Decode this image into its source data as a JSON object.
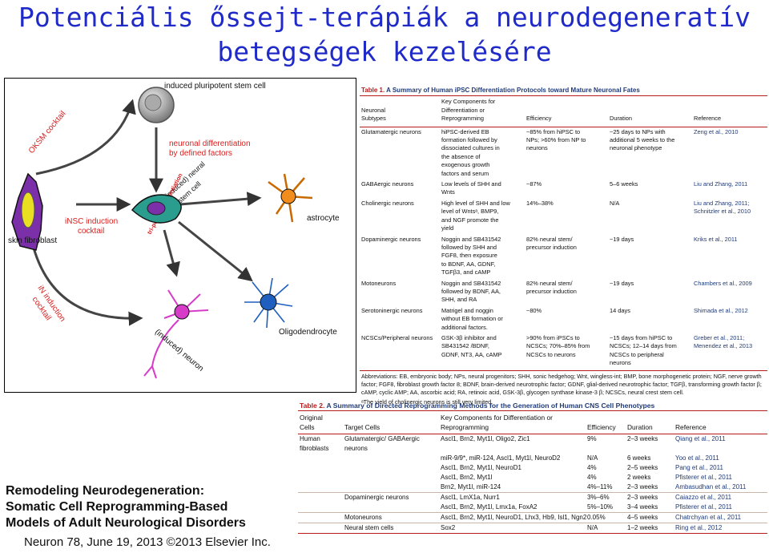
{
  "title": {
    "line1": "Potenciális őssejt-terápiák a neurodegeneratív",
    "line2": "betegségek kezelésére"
  },
  "figure": {
    "labels": {
      "ipsc": "induced pluripotent stem cell",
      "oksm": "OKSM cocktail",
      "neuronal_diff_1": "neuronal differentiation",
      "neuronal_diff_2": "by defined factors",
      "insc_1": "iNSC induction",
      "insc_2": "cocktail",
      "stem_cell_1": "(induced) neural",
      "stem_cell_2": "stem cell",
      "tripotent": "tri-potent differentiation",
      "astrocyte": "astrocyte",
      "fibroblast": "skin fibroblast",
      "in_induction_1": "iN induction",
      "in_induction_2": "cocktail",
      "oligodendrocyte": "Oligodendrocyte",
      "induced_neuron": "(induced) neuron"
    },
    "colors": {
      "ipsc": "#808080",
      "fibroblast": "#7b2fa8",
      "fibroblast_nucleus": "#e8e020",
      "nsc": "#2a9d8f",
      "nsc_nucleus": "#7b2fa8",
      "astrocyte": "#f28c1c",
      "neuron": "#d63cc8",
      "oligodendrocyte": "#1e5fbf",
      "red_text": "#d92020"
    }
  },
  "table1": {
    "caption_label": "Table 1.",
    "caption_title": "A Summary of Human iPSC Differentiation Protocols toward Mature Neuronal Fates",
    "headers": {
      "c1a": "Neuronal",
      "c1b": "Subtypes",
      "c2a": "Key Components for",
      "c2b": "Differentiation or",
      "c2c": "Reprogramming",
      "c3": "Efficiency",
      "c4": "Duration",
      "c5": "Reference"
    },
    "rows": [
      {
        "c1": "Glutamatergic neurons",
        "c2": [
          "hiPSC-derived EB",
          "formation followed by",
          "dissociated cultures in",
          "the absence of",
          "exogenous growth",
          "factors and serum"
        ],
        "c3": [
          "~85% from hiPSC to",
          "NPs; >60% from NP to",
          "neurons"
        ],
        "c4": [
          "~25 days to NPs with",
          "additional 5 weeks to the",
          "neuronal phenotype"
        ],
        "c5": [
          "Zeng et al., 2010"
        ]
      },
      {
        "c1": "GABAergic neurons",
        "c2": [
          "Low levels of SHH and",
          "Wnts"
        ],
        "c3": [
          "~87%"
        ],
        "c4": [
          "5–6 weeks"
        ],
        "c5": [
          "Liu and Zhang, 2011"
        ]
      },
      {
        "c1": "Cholinergic neurons",
        "c2": [
          "High level of SHH and low",
          "level of Wntsᵃ, BMP9,",
          "and NGF promote the",
          "yield"
        ],
        "c3": [
          "14%–38%"
        ],
        "c4": [
          "N/A"
        ],
        "c5": [
          "Liu and Zhang, 2011;",
          "Schnitzler et al., 2010"
        ]
      },
      {
        "c1": "Dopaminergic neurons",
        "c2": [
          "Noggin and SB431542",
          "followed by SHH and",
          "FGF8, then exposure",
          "to BDNF, AA, GDNF,",
          "TGFβ3, and cAMP"
        ],
        "c3": [
          "82% neural stem/",
          "precursor induction"
        ],
        "c4": [
          "~19 days"
        ],
        "c5": [
          "Kriks et al., 2011"
        ]
      },
      {
        "c1": "Motoneurons",
        "c2": [
          "Noggin and SB431542",
          "followed by BDNF, AA,",
          "SHH, and RA"
        ],
        "c3": [
          "82% neural stem/",
          "precursor induction"
        ],
        "c4": [
          "~19 days"
        ],
        "c5": [
          "Chambers et al., 2009"
        ]
      },
      {
        "c1": "Serotoninergic neurons",
        "c2": [
          "Matrigel and noggin",
          "without EB formation or",
          "additional factors."
        ],
        "c3": [
          "~80%"
        ],
        "c4": [
          "14 days"
        ],
        "c5": [
          "Shimada et al., 2012"
        ]
      },
      {
        "c1": "NCSCs/Peripheral neurons",
        "c2": [
          "GSK-3β inhibitor and",
          "SB431542 /BDNF,",
          "GDNF, NT3, AA, cAMP"
        ],
        "c3": [
          ">90% from iPSCs to",
          "NCSCs; 70%–85% from",
          "NCSCs to neurons"
        ],
        "c4": [
          "~15 days from hiPSC to",
          "NCSCs; 12–14 days from",
          "NCSCs to peripheral",
          "neurons"
        ],
        "c5": [
          "Greber et al., 2011;",
          "Menendez et al., 2013"
        ]
      }
    ],
    "abbreviations": "Abbreviations: EB, embryonic body; NPs, neural progenitors; SHH, sonic hedgehog; Wnt, wingless-int; BMP, bone morphogenetic protein; NGF, nerve growth factor; FGF8, fibroblast growth factor 8; BDNF, brain-derived neurotrophic factor; GDNF, glial-derived neurotrophic factor; TGFβ, transforming growth factor β; cAMP, cyclic AMP; AA, ascorbic acid; RA, retinoic acid, GSK-3β, glycogen synthase kinase-3 β; NCSCs, neural crest stem cell.",
    "footnote": "ᵃThe yield of cholinergic neurons is still very limited."
  },
  "table2": {
    "caption_label": "Table 2.",
    "caption_title": "A Summary of Directed Reprogramming Methods for the Generation of Human CNS Cell Phenotypes",
    "headers": {
      "c1a": "Original",
      "c1b": "Cells",
      "c2": "Target Cells",
      "c3a": "Key Components for Differentiation or",
      "c3b": "Reprogramming",
      "c4": "Efficiency",
      "c5": "Duration",
      "c6": "Reference"
    },
    "origin_a": "Human",
    "origin_b": "fibroblasts",
    "rows": [
      {
        "target": [
          "Glutamatergic/ GABAergic",
          "neurons"
        ],
        "key": "Ascl1, Brn2, Myt1l, Oligo2, Zic1",
        "eff": "9%",
        "dur": "2–3 weeks",
        "ref": "Qiang et al., 2011"
      },
      {
        "target": [],
        "key": "miR-9/9*, miR-124, Ascl1, Myt1l, NeuroD2",
        "eff": "N/A",
        "dur": "6 weeks",
        "ref": "Yoo et al., 2011"
      },
      {
        "target": [],
        "key": "Ascl1, Brn2, Myt1l, NeuroD1",
        "eff": "4%",
        "dur": "2–5 weeks",
        "ref": "Pang et al., 2011"
      },
      {
        "target": [],
        "key": "Ascl1, Brn2, Myt1l",
        "eff": "4%",
        "dur": "2 weeks",
        "ref": "Pfisterer et al., 2011"
      },
      {
        "target": [],
        "key": "Brn2, Myt1l, miR-124",
        "eff": "4%–11%",
        "dur": "2–3 weeks",
        "ref": "Ambasudhan et al., 2011"
      },
      {
        "target": [
          "Dopaminergic neurons"
        ],
        "key": "Ascl1, LmX1a, Nurr1",
        "eff": "3%–6%",
        "dur": "2–3 weeks",
        "ref": "Caiazzo et al., 2011"
      },
      {
        "target": [],
        "key": "Ascl1, Brn2, Myt1l, Lmx1a, FoxA2",
        "eff": "5%–10%",
        "dur": "3–4 weeks",
        "ref": "Pfisterer et al., 2011"
      },
      {
        "target": [
          "Motoneurons"
        ],
        "key": "Ascl1, Brn2, Myt1l, NeuroD1, Lhx3, Hb9, Isl1, Ngn2",
        "eff": "0.05%",
        "dur": "4–5 weeks",
        "ref": "Chatrchyan et al., 2011"
      },
      {
        "target": [
          "Neural stem cells"
        ],
        "key": "Sox2",
        "eff": "N/A",
        "dur": "1–2 weeks",
        "ref": "Ring et al., 2012"
      }
    ]
  },
  "remodeling": {
    "line1": "Remodeling Neurodegeneration:",
    "line2": "Somatic Cell Reprogramming-Based",
    "line3": "Models of Adult Neurological Disorders"
  },
  "citation": "Neuron 78, June 19, 2013 ©2013 Elsevier Inc."
}
